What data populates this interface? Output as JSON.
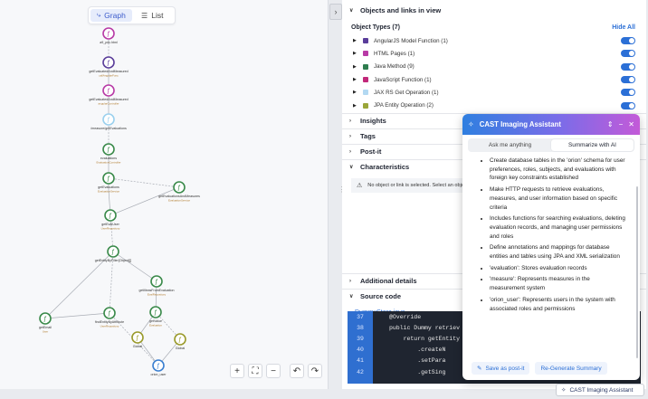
{
  "graph": {
    "view_tabs": [
      {
        "label": "Graph",
        "icon": "share-icon",
        "active": true
      },
      {
        "label": "List",
        "icon": "list-icon",
        "active": false
      }
    ],
    "nodes": [
      {
        "label": "a9_pdc.html",
        "sub": "",
        "color": "#b83aa6"
      },
      {
        "label": "getEvaluatedAndMeasured",
        "sub": "callAngularFunc",
        "color": "#5a3d9a"
      },
      {
        "label": "getEvaluatedAndMeasured",
        "sub": "angularController",
        "color": "#b83aa6"
      },
      {
        "label": "/measure/getEvaluations",
        "sub": "",
        "color": "#9ad0ee"
      },
      {
        "label": "evaluations",
        "sub": "EvaluationController",
        "color": "#3a8a4a"
      },
      {
        "label": "getEvaluations",
        "sub": "EvaluationService",
        "color": "#3a8a4a"
      },
      {
        "label": "getEvaluationsAndMeasures",
        "sub": "",
        "color": "#3a8a4a"
      },
      {
        "label": "getEvaluationsAndMeasures",
        "sub": "EvaluationService",
        "color": "#3a8a4a"
      },
      {
        "label": "getEvalUser",
        "sub": "UserRepository",
        "color": "#3a8a4a"
      },
      {
        "label": "getEntityByFilter[Object[]]",
        "sub": "",
        "color": "#3a8a4a"
      },
      {
        "label": "getMeasFromEvaluation",
        "sub": "EvalRepository",
        "color": "#3a8a4a"
      },
      {
        "label": "getEmail",
        "sub": "User",
        "color": "#3a8a4a"
      },
      {
        "label": "findEntityByAttribute",
        "sub": "UserRepository",
        "color": "#3a8a4a"
      },
      {
        "label": "getValue",
        "sub": "Evaluation",
        "color": "#3a8a4a"
      },
      {
        "label": "Global",
        "sub": "",
        "color": "#9a9a2a"
      },
      {
        "label": "Global",
        "sub": "",
        "color": "#9a9a2a"
      },
      {
        "label": "orion_user",
        "sub": "",
        "color": "#3a7fd0"
      }
    ],
    "tools": [
      "+",
      "⛶",
      "−",
      "↶",
      "↷",
      "▦"
    ]
  },
  "panel": {
    "objects_header": "Objects and links in view",
    "object_types_title": "Object Types (7)",
    "hide_all": "Hide All",
    "object_types": [
      {
        "label": "AngularJS Model Function (1)",
        "color": "#5a3d9a"
      },
      {
        "label": "HTML Pages (1)",
        "color": "#b83aa6"
      },
      {
        "label": "Java Method (9)",
        "color": "#2e7d4f"
      },
      {
        "label": "JavaScript Function (1)",
        "color": "#c2287a"
      },
      {
        "label": "JAX RS Get Operation (1)",
        "color": "#b3d9f2"
      },
      {
        "label": "JPA Entity Operation (2)",
        "color": "#9aa63a"
      }
    ],
    "insights": "Insights",
    "tags": "Tags",
    "postit": "Post-it",
    "characteristics": "Characteristics",
    "char_message": "No object or link is selected. Select an obje",
    "additional_details": "Additional details",
    "source_code": "Source code",
    "source_file": "DummyStore.java",
    "code": [
      {
        "line": "37",
        "text": "@Override"
      },
      {
        "line": "38",
        "text": "public Dummy retriev"
      },
      {
        "line": "39",
        "text": "    return getEntity"
      },
      {
        "line": "40",
        "text": "        .createN"
      },
      {
        "line": "41",
        "text": "        .setPara"
      },
      {
        "line": "42",
        "text": "        .getSing"
      }
    ]
  },
  "assistant": {
    "title": "CAST Imaging Assistant",
    "tabs": [
      {
        "label": "Ask me anything",
        "active": false
      },
      {
        "label": "Summarize with AI",
        "active": true
      }
    ],
    "bullets": [
      "Create database tables in the 'orion' schema for user preferences, roles, subjects, and evaluations with foreign key constraints established",
      "Make HTTP requests to retrieve evaluations, measures, and user information based on specific criteria",
      "Includes functions for searching evaluations, deleting evaluation records, and managing user permissions and roles",
      "Define annotations and mappings for database entities and tables using JPA and XML serialization",
      "'evaluation': Stores evaluation records",
      "'measure': Represents measures in the measurement system",
      "'orion_user': Represents users in the system with associated roles and permissions"
    ],
    "save_label": "Save as post-it",
    "regen_label": "Re-Generate Summary",
    "chip_label": "CAST Imaging Assistant"
  }
}
